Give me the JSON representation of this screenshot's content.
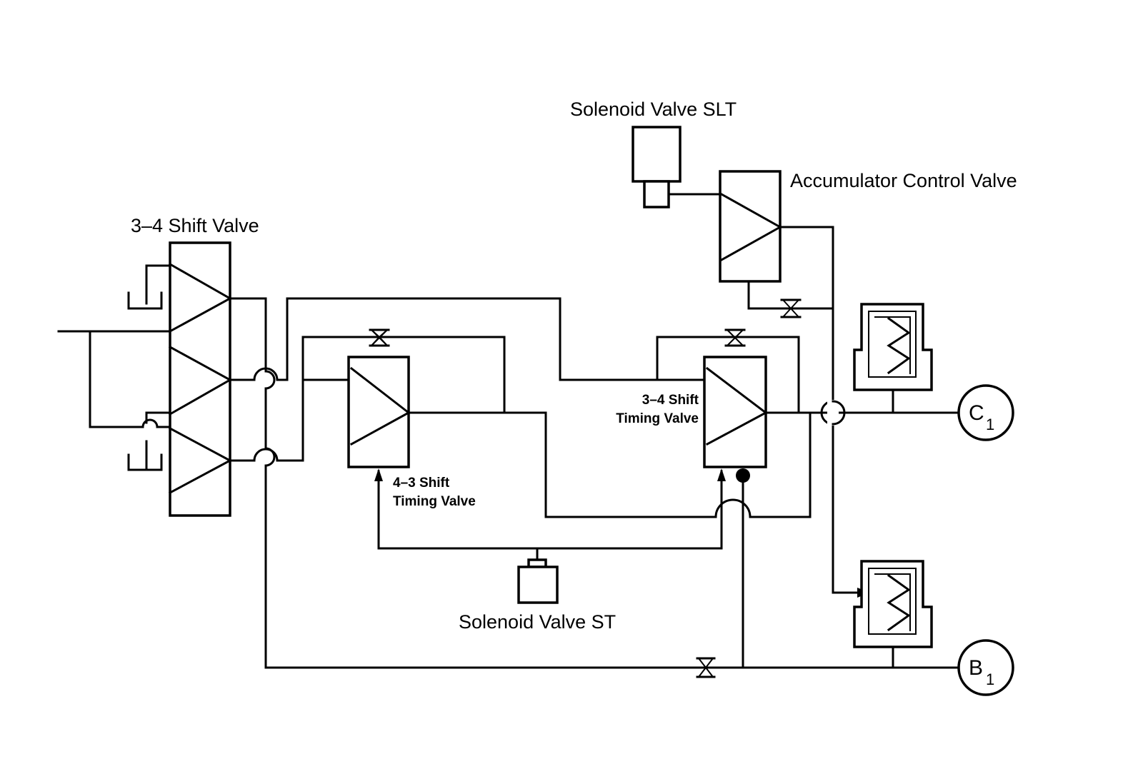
{
  "labels": {
    "shift_valve_34": "3–4 Shift Valve",
    "solenoid_slt": "Solenoid Valve SLT",
    "accumulator_control_valve": "Accumulator Control Valve",
    "timing_valve_43_line1": "4–3 Shift",
    "timing_valve_43_line2": "Timing Valve",
    "timing_valve_34_line1": "3–4 Shift",
    "timing_valve_34_line2": "Timing Valve",
    "solenoid_st": "Solenoid Valve ST"
  },
  "ports": {
    "c1": {
      "letter": "C",
      "subscript": "1"
    },
    "b1": {
      "letter": "B",
      "subscript": "1"
    }
  },
  "icons": {
    "orifice": "bowtie-check-valve-icon",
    "accumulator": "spring-accumulator-icon",
    "solenoid": "solenoid-icon",
    "drain": "drain-icon"
  }
}
